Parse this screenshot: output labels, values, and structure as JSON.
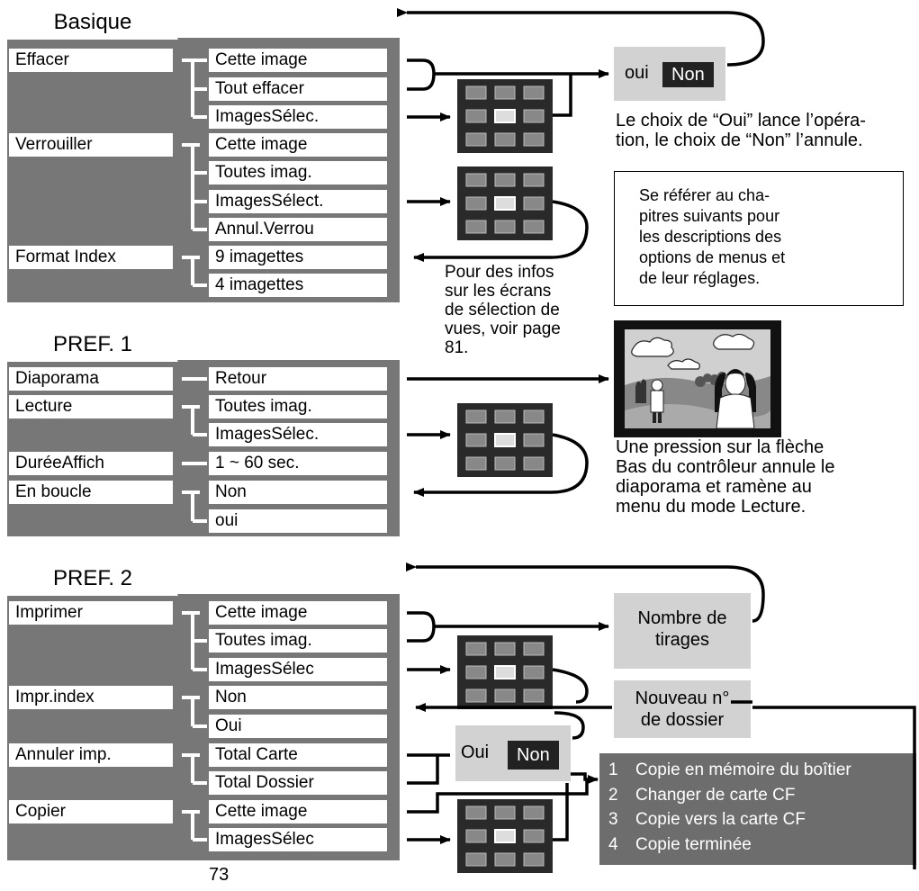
{
  "basique": {
    "title": "Basique",
    "labels": [
      "Effacer",
      "Verrouiller",
      "Format Index"
    ],
    "options": [
      "Cette image",
      "Tout effacer",
      "ImagesSélec.",
      "Cette image",
      "Toutes imag.",
      "ImagesSélect.",
      "Annul.Verrou",
      "9 imagettes",
      "4 imagettes"
    ]
  },
  "pref1": {
    "title": "PREF. 1",
    "labels": [
      "Diaporama",
      "Lecture",
      "DuréeAffich",
      "En boucle"
    ],
    "options": [
      "Retour",
      "Toutes imag.",
      "ImagesSélec.",
      "1 ~ 60 sec.",
      "Non",
      "oui"
    ]
  },
  "pref2": {
    "title": "PREF. 2",
    "labels": [
      "Imprimer",
      "Impr.index",
      "Annuler imp.",
      "Copier"
    ],
    "options": [
      "Cette image",
      "Toutes imag.",
      "ImagesSélec",
      "Non",
      "Oui",
      "Total Carte",
      "Total Dossier",
      "Cette image",
      "ImagesSélec"
    ]
  },
  "confirm1": {
    "yes": "oui",
    "no": "Non"
  },
  "confirm2": {
    "yes": "Oui",
    "no": "Non"
  },
  "note_oui_non": [
    "Le choix de “Oui” lance l’opéra-",
    "tion, le choix de “Non” l’annule."
  ],
  "note_refer": [
    "Se référer au cha-",
    "pitres suivants pour",
    "les descriptions des",
    "options de menus et",
    "de leur réglages."
  ],
  "note_infos": [
    "Pour des infos",
    "sur les écrans",
    "de sélection de",
    "vues, voir page",
    "81."
  ],
  "note_diaporama": [
    "Une pression sur la flèche",
    "Bas du contrôleur annule le",
    "diaporama et ramène au",
    "menu du mode Lecture."
  ],
  "box_tirages": [
    "Nombre de",
    "tirages"
  ],
  "box_dossier": [
    "Nouveau n°",
    "de dossier"
  ],
  "copy_steps": [
    {
      "n": "1",
      "text": "Copie en mémoire du boîtier"
    },
    {
      "n": "2",
      "text": "Changer de carte CF"
    },
    {
      "n": "3",
      "text": "Copie vers la carte CF"
    },
    {
      "n": "4",
      "text": "Copie terminée"
    }
  ],
  "page_number": "73",
  "colors": {
    "panel": "#777777",
    "dark_box": "#222222",
    "light_box": "#d2d2d2",
    "list_bg": "#6d6d6d"
  }
}
